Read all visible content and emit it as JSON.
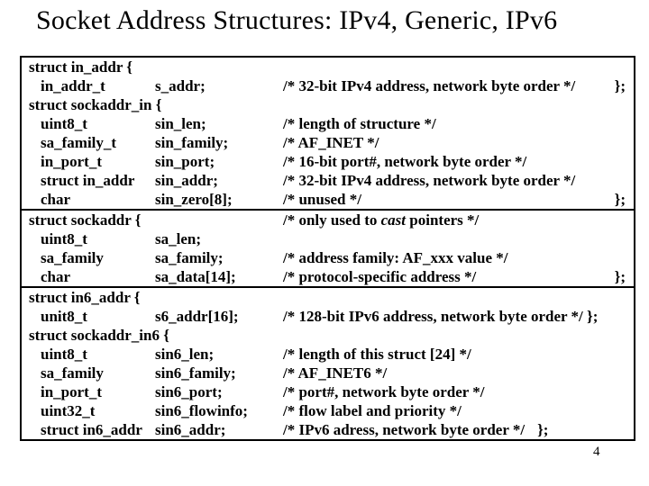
{
  "slide": {
    "title": "Socket Address Structures: IPv4, Generic, IPv6",
    "page_number": "4"
  },
  "code_table": {
    "sections": [
      {
        "name": "ipv4-structs",
        "rows": [
          {
            "type": "struct in_addr {",
            "indent": false
          },
          {
            "type": "in_addr_t",
            "indent": true,
            "name": "s_addr;",
            "comment": "/* 32-bit IPv4 address, network byte order */",
            "closer": "};",
            "closer_right": true
          },
          {
            "type": "struct sockaddr_in {",
            "indent": false
          },
          {
            "type": "uint8_t",
            "indent": true,
            "name": "sin_len;",
            "comment": "/* length of structure */"
          },
          {
            "type": "sa_family_t",
            "indent": true,
            "name": "sin_family;",
            "comment": "/* AF_INET */"
          },
          {
            "type": "in_port_t",
            "indent": true,
            "name": "sin_port;",
            "comment": "/* 16-bit port#, network byte order */"
          },
          {
            "type": "struct in_addr",
            "indent": true,
            "name": "sin_addr;",
            "comment": "/* 32-bit IPv4 address, network byte order */"
          },
          {
            "type": "char",
            "indent": true,
            "name": "sin_zero[8];",
            "comment": "/* unused */",
            "closer": "};",
            "closer_right": true
          }
        ]
      },
      {
        "name": "generic-struct",
        "rows": [
          {
            "type": "struct sockaddr {",
            "indent": false,
            "comment_parts": [
              {
                "t": "/* only used to "
              },
              {
                "t": "cast",
                "italic": true
              },
              {
                "t": " pointers */"
              }
            ]
          },
          {
            "type": "uint8_t",
            "indent": true,
            "name": "sa_len;"
          },
          {
            "type": "sa_family",
            "indent": true,
            "name": "sa_family;",
            "comment": "/* address family: AF_xxx value */"
          },
          {
            "type": "char",
            "indent": true,
            "name": "sa_data[14];",
            "comment": "/* protocol-specific address */",
            "closer": "};",
            "closer_right": true
          }
        ]
      },
      {
        "name": "ipv6-structs",
        "rows": [
          {
            "type": "struct in6_addr {",
            "indent": false
          },
          {
            "type": "unit8_t",
            "indent": true,
            "name": "s6_addr[16];",
            "comment": "/* 128-bit IPv6 address, network byte order */ };"
          },
          {
            "type": "struct sockaddr_in6 {",
            "indent": false
          },
          {
            "type": "uint8_t",
            "indent": true,
            "name": "sin6_len;",
            "comment": "/* length of this struct [24] */"
          },
          {
            "type": "sa_family",
            "indent": true,
            "name": "sin6_family;",
            "comment": "/* AF_INET6 */"
          },
          {
            "type": "in_port_t",
            "indent": true,
            "name": "sin6_port;",
            "comment": "/* port#, network byte order */"
          },
          {
            "type": "uint32_t",
            "indent": true,
            "name": "sin6_flowinfo;",
            "comment": "/* flow label and priority */"
          },
          {
            "type": "struct in6_addr",
            "indent": true,
            "name": "sin6_addr;",
            "comment": "/* IPv6 adress, network byte order */",
            "closer": "};",
            "closer_inline": true
          }
        ]
      }
    ]
  }
}
